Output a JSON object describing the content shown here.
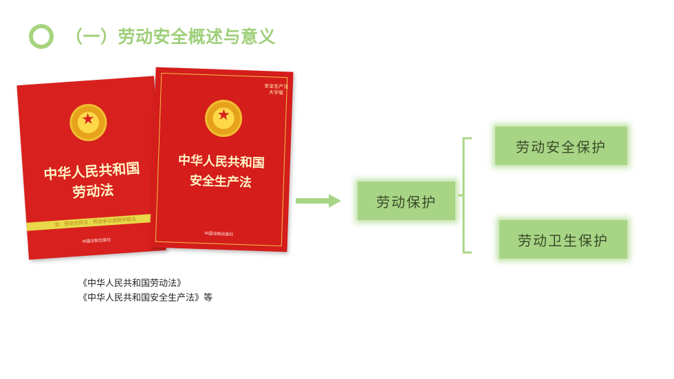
{
  "header": {
    "title": "（一）劳动安全概述与意义"
  },
  "books": [
    {
      "title_line1": "中华人民共和国",
      "title_line2": "劳动法",
      "band_text": "含：劳动合同法 · 劳动争议调解仲裁法",
      "publisher": "中国法制出版社"
    },
    {
      "title_line1": "中华人民共和国",
      "title_line2": "安全生产法",
      "corner_tag": "安全生产法 大字版",
      "publisher": "中国法制出版社"
    }
  ],
  "caption": {
    "line1": "《中华人民共和国劳动法》",
    "line2": "《中华人民共和国安全生产法》等"
  },
  "diagram": {
    "root": "劳动保护",
    "children": [
      "劳动安全保护",
      "劳动卫生保护"
    ]
  },
  "colors": {
    "accent_green": "#a8d585",
    "title_green": "#9fcf7a",
    "book_red": "#d8211e"
  }
}
